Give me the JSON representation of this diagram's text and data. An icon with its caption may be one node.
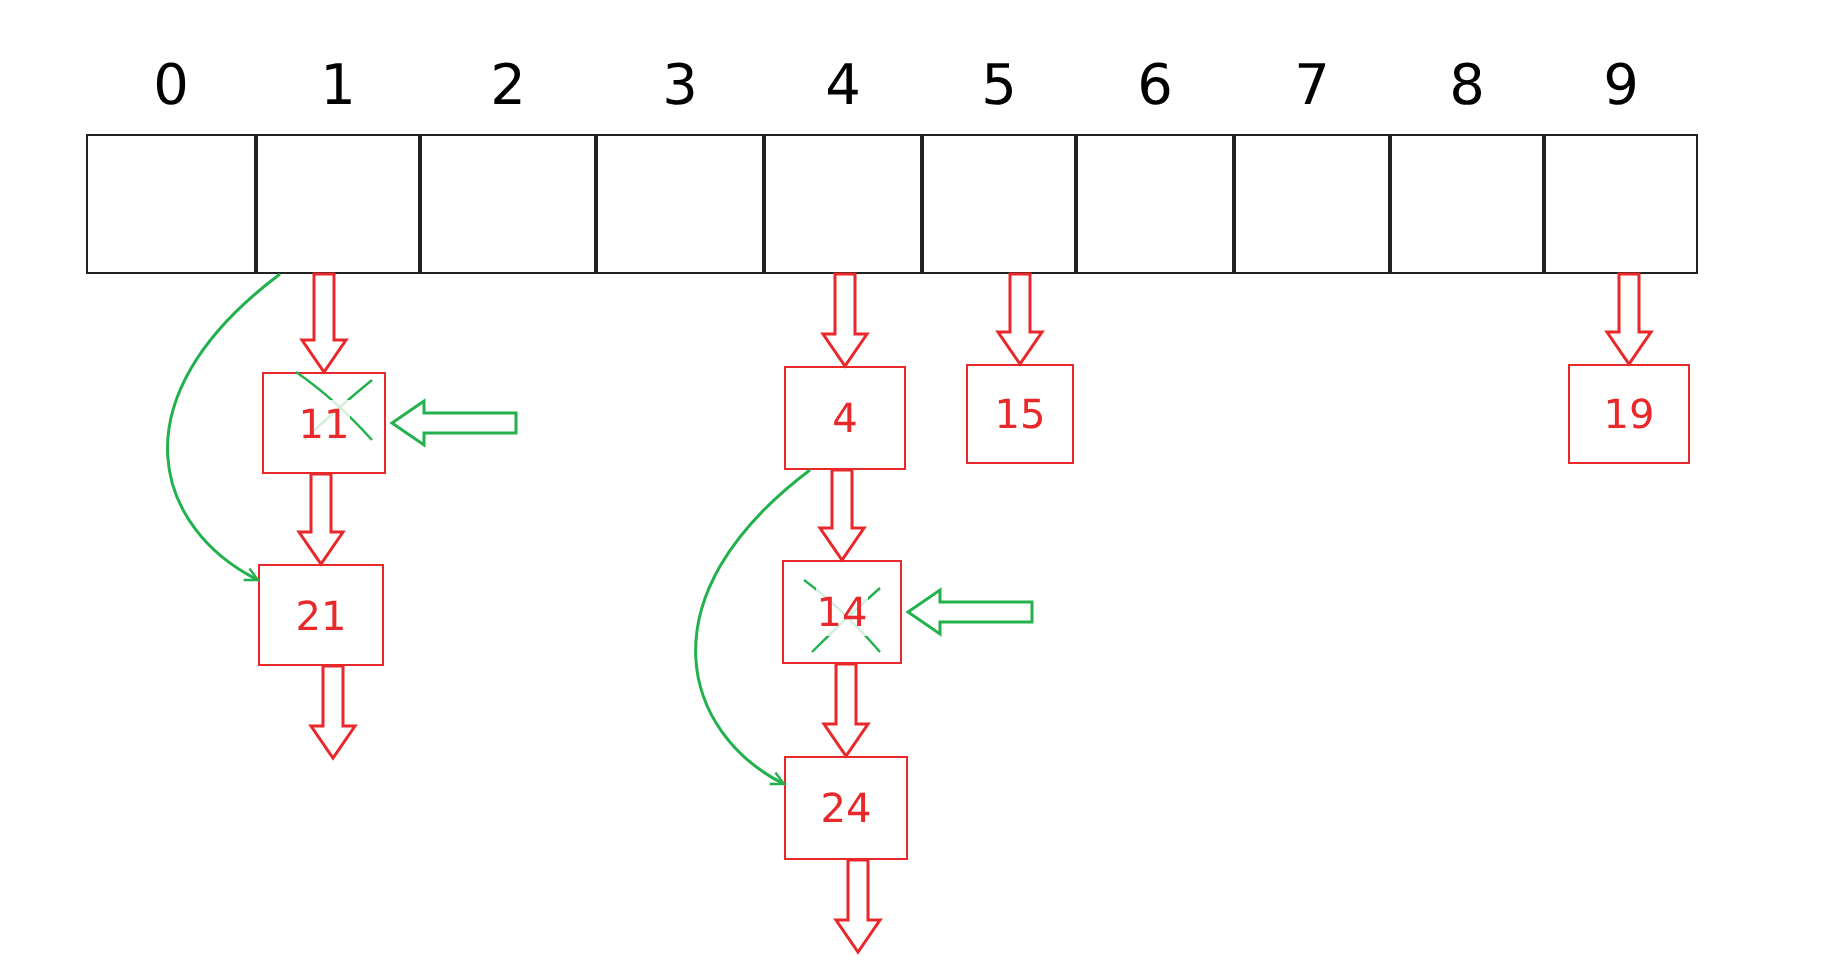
{
  "diagram": {
    "nodes": [
      {
        "text": [],
        "shape": "box",
        "beside": [
          "0"
        ]
      },
      {
        "text": [],
        "shape": "box",
        "beside": [
          "1"
        ]
      },
      {
        "text": [],
        "shape": "box",
        "beside": [
          "2"
        ]
      },
      {
        "text": [],
        "shape": "box",
        "beside": [
          "3"
        ]
      },
      {
        "text": [],
        "shape": "box",
        "beside": [
          "4"
        ]
      },
      {
        "text": [],
        "shape": "box",
        "beside": [
          "5"
        ]
      },
      {
        "text": [],
        "shape": "box",
        "beside": [
          "6"
        ]
      },
      {
        "text": [],
        "shape": "box",
        "beside": [
          "7"
        ]
      },
      {
        "text": [],
        "shape": "box",
        "beside": [
          "8"
        ]
      },
      {
        "text": [],
        "shape": "box",
        "beside": [
          "9"
        ]
      },
      {
        "text": [
          "11"
        ]
      },
      {
        "text": [
          "21"
        ]
      },
      {
        "text": [
          "4"
        ]
      },
      {
        "text": [
          "14"
        ]
      },
      {
        "text": [
          "24"
        ]
      },
      {
        "text": [
          "15"
        ]
      },
      {
        "text": [
          "19"
        ]
      }
    ],
    "edges": [
      {
        "from": 1,
        "to": 10,
        "arrow": "to"
      },
      {
        "from": 10,
        "to": 11,
        "arrow": "to"
      },
      {
        "from": 11,
        "to": null,
        "arrow": "to"
      },
      {
        "from": 4,
        "to": 12,
        "arrow": "to"
      },
      {
        "from": 12,
        "to": 13,
        "arrow": "to"
      },
      {
        "from": 13,
        "to": 14,
        "arrow": "to"
      },
      {
        "from": 14,
        "to": null,
        "arrow": "to"
      },
      {
        "from": 5,
        "to": 15,
        "arrow": "to"
      },
      {
        "from": 9,
        "to": 16,
        "arrow": "to"
      },
      {
        "from": null,
        "to": 10,
        "arrow": "to",
        "color": "#22b14c"
      },
      {
        "from": null,
        "to": 13,
        "arrow": "to",
        "color": "#22b14c"
      },
      {
        "from": 1,
        "to": 11,
        "arrow": "to",
        "color": "#22b14c"
      },
      {
        "from": 12,
        "to": 14,
        "arrow": "to",
        "color": "#22b14c"
      }
    ]
  }
}
